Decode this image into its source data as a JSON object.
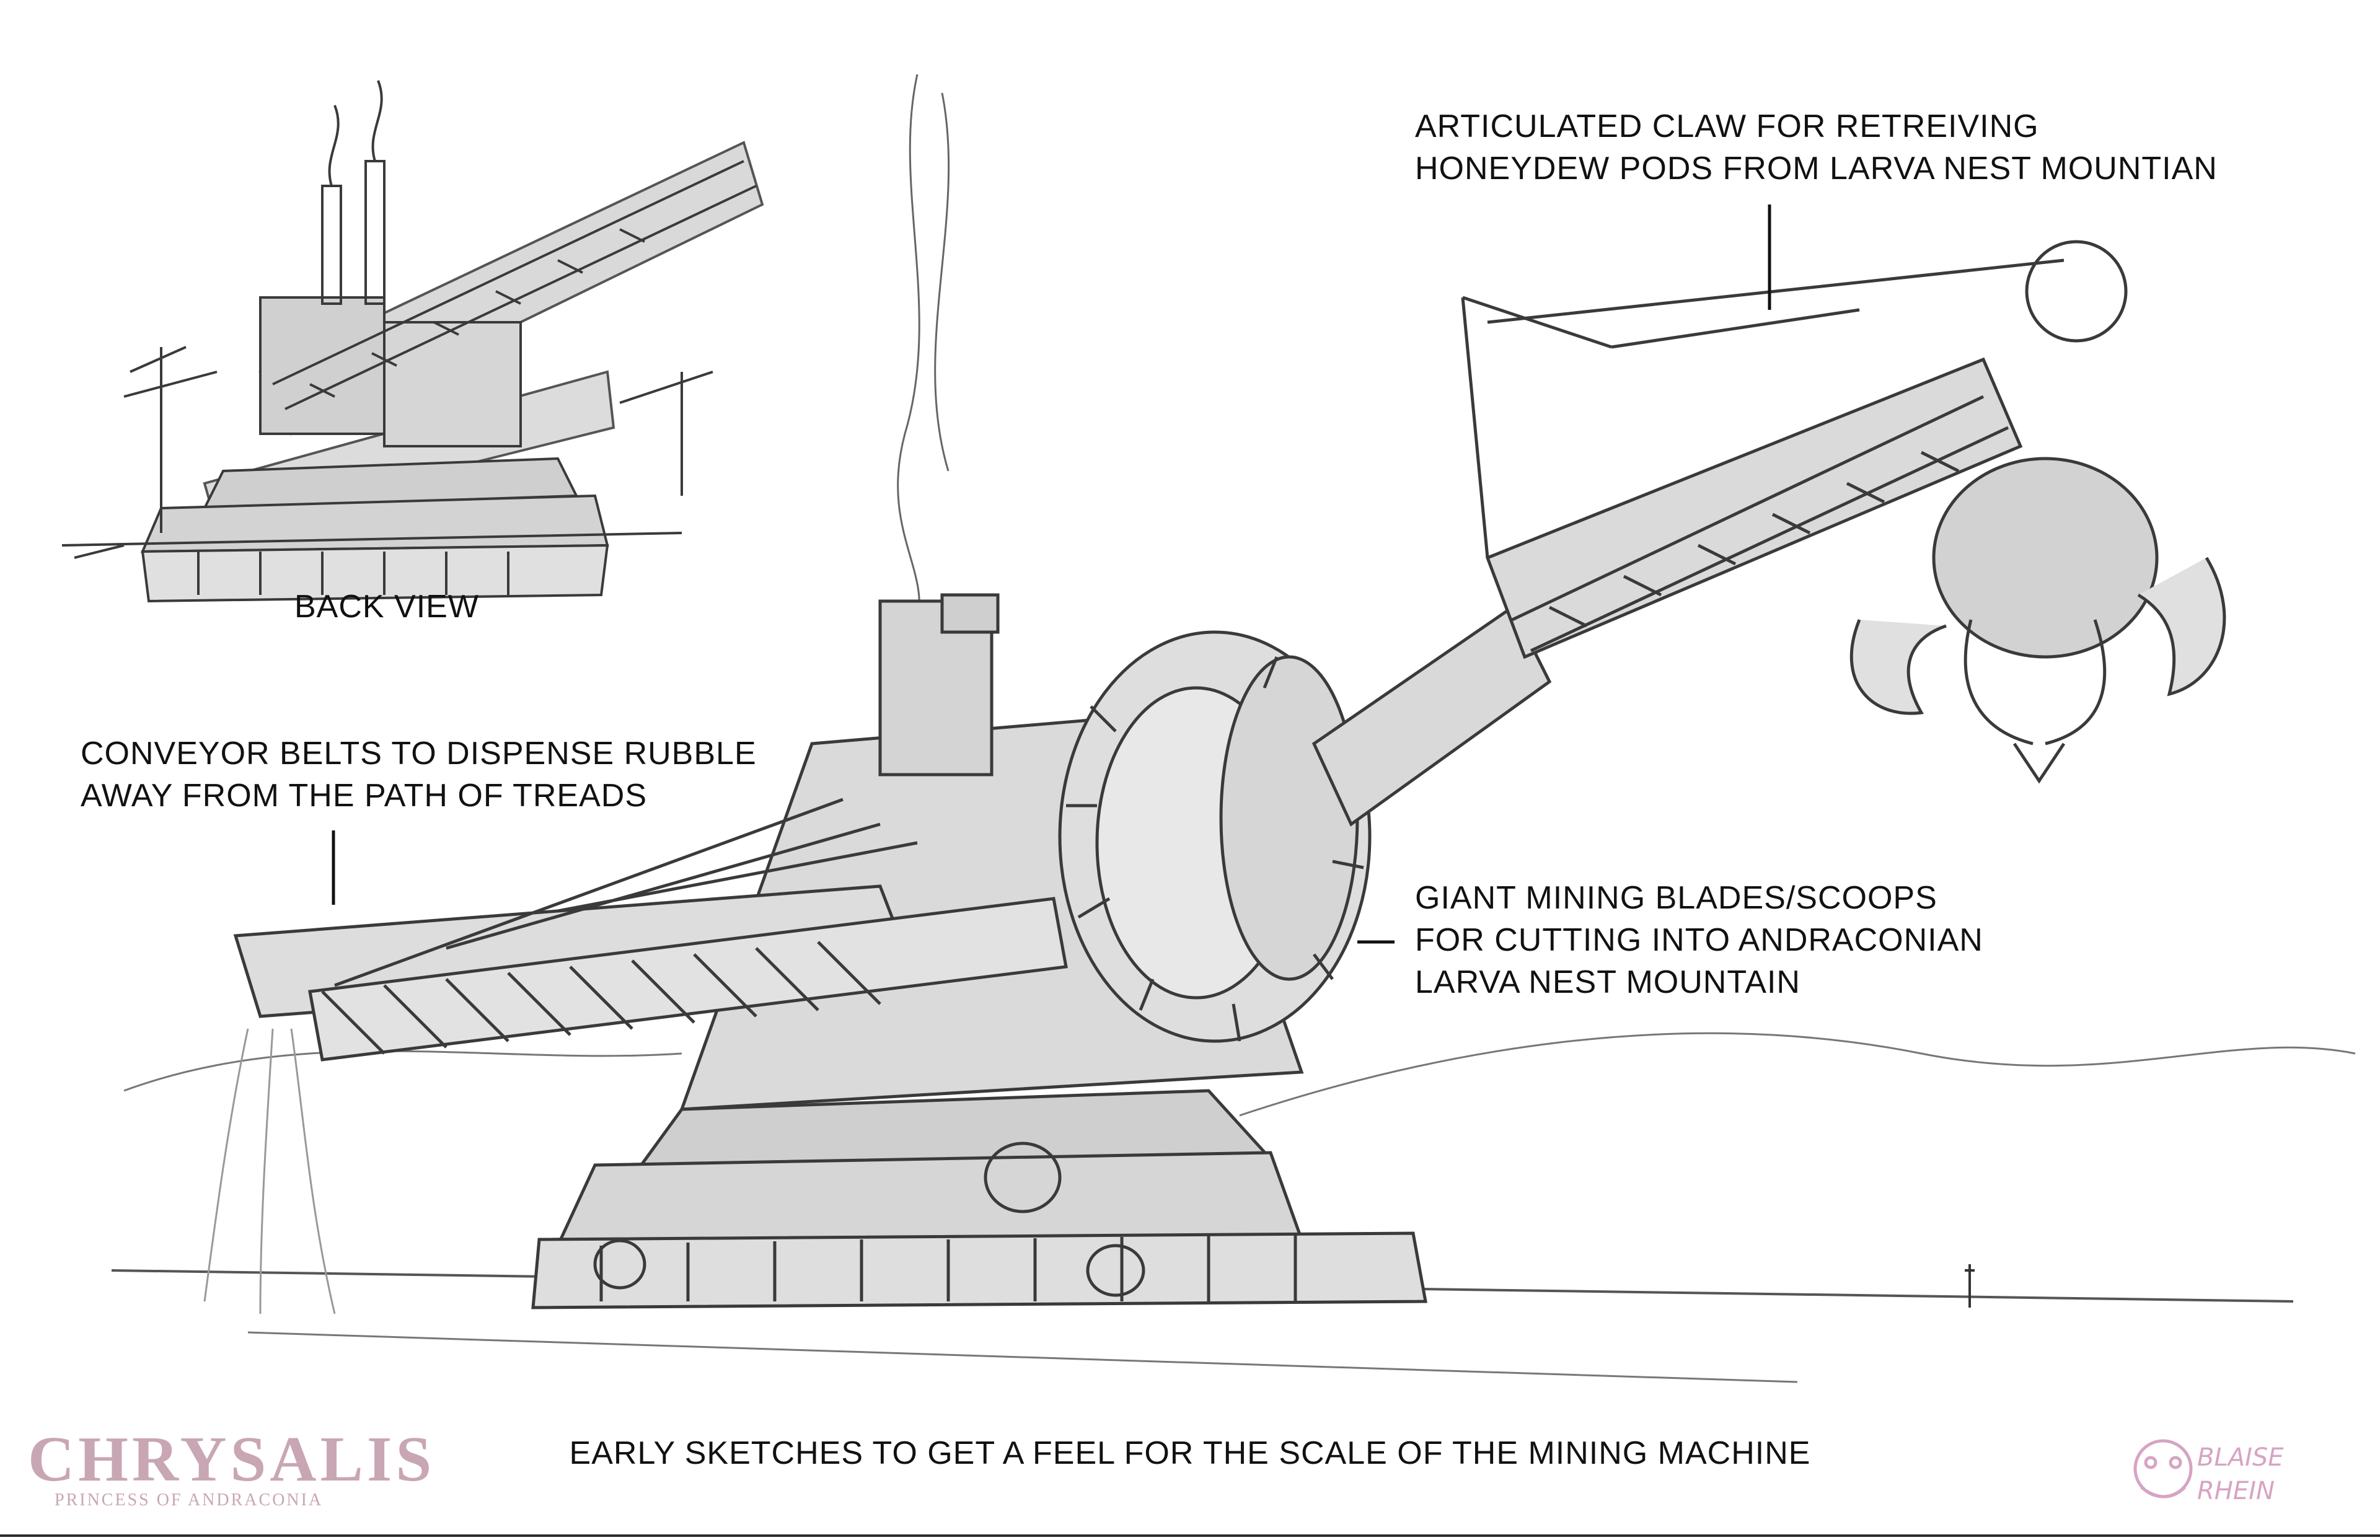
{
  "labels": {
    "back_view": "BACK VIEW",
    "claw": "ARTICULATED CLAW FOR RETREIVING\nHONEYDEW PODS FROM LARVA NEST MOUNTIAN",
    "conveyor": "CONVEYOR BELTS TO DISPENSE RUBBLE\nAWAY FROM THE PATH OF TREADS",
    "blades": "GIANT MINING BLADES/SCOOPS\nFOR CUTTING INTO ANDRACONIAN\nLARVA NEST MOUNTAIN"
  },
  "caption": "EARLY SKETCHES TO GET A FEEL FOR THE SCALE OF THE MINING MACHINE",
  "logo": {
    "title": "CHRYSALIS",
    "subtitle": "PRINCESS OF ANDRACONIA",
    "color": "#c9a6b4"
  },
  "signature": {
    "text": "BLAISE\nRHEIN",
    "color": "#d7a4c3"
  },
  "colors": {
    "background": "#ffffff",
    "sketch_line": "#3a3a3a",
    "sketch_fill": "#d9d9d9",
    "text": "#111111"
  }
}
